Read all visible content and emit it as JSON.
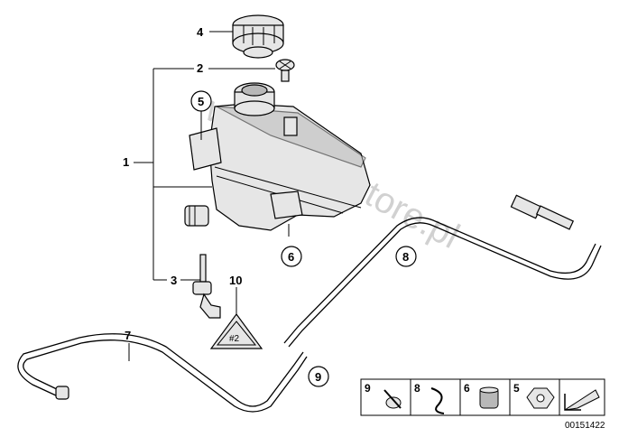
{
  "watermark": "www.bmwstore.pl",
  "reference_number": "00151422",
  "callouts": {
    "c1": "1",
    "c2": "2",
    "c3": "3",
    "c4": "4",
    "c5": "5",
    "c6": "6",
    "c7": "7",
    "c8": "8",
    "c9": "9",
    "c10": "10"
  },
  "legend_strip": {
    "cells": [
      {
        "number": "9",
        "icon": "hose-clamp-icon"
      },
      {
        "number": "8",
        "icon": "spring-clip-icon"
      },
      {
        "number": "6",
        "icon": "rubber-grommet-icon"
      },
      {
        "number": "5",
        "icon": "hex-nut-icon"
      },
      {
        "number": "",
        "icon": "direction-arrow-icon"
      }
    ]
  },
  "colors": {
    "line": "#000000",
    "part_fill": "#e6e6e6",
    "watermark": "#9a9a9a"
  }
}
